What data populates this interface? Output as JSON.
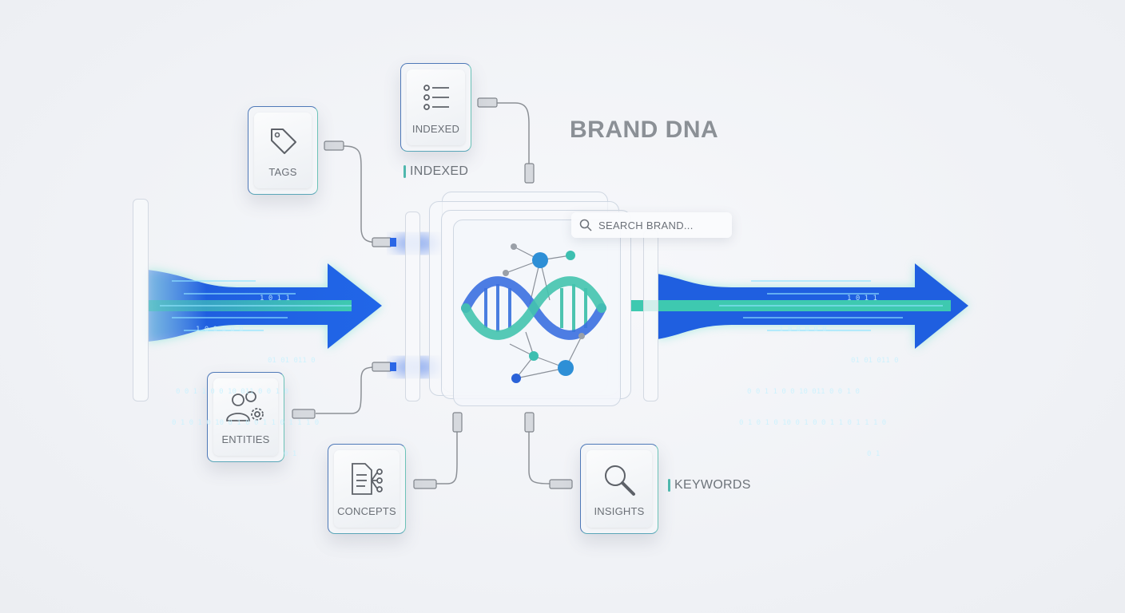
{
  "title": "BRAND DNA",
  "search": {
    "placeholder": "SEARCH BRAND...",
    "icon": "search-icon"
  },
  "cards": [
    {
      "label": "TAGS",
      "icon": "tag-icon"
    },
    {
      "label": "INDEXED",
      "icon": "list-icon"
    },
    {
      "label": "ENTITIES",
      "icon": "users-gear-icon"
    },
    {
      "label": "CONCEPTS",
      "icon": "document-network-icon"
    },
    {
      "label": "INSIGHTS",
      "icon": "magnifier-icon"
    }
  ],
  "side_labels": [
    "INDEXED",
    "KEYWORDS"
  ],
  "colors": {
    "blue": "#1f5fe0",
    "teal": "#3ec9b0",
    "text": "#6d737a",
    "title": "#8b9096"
  },
  "binary_stream": [
    "1 0 1 1",
    "1 0 0 0 0 0",
    "01 01 011 0",
    "0 0 1 1 0 0 10 011 0 0 1 0",
    "0 1 0 1 0 10 0 1 0 0 1 1 0 1 1 1 0",
    "0 1"
  ]
}
